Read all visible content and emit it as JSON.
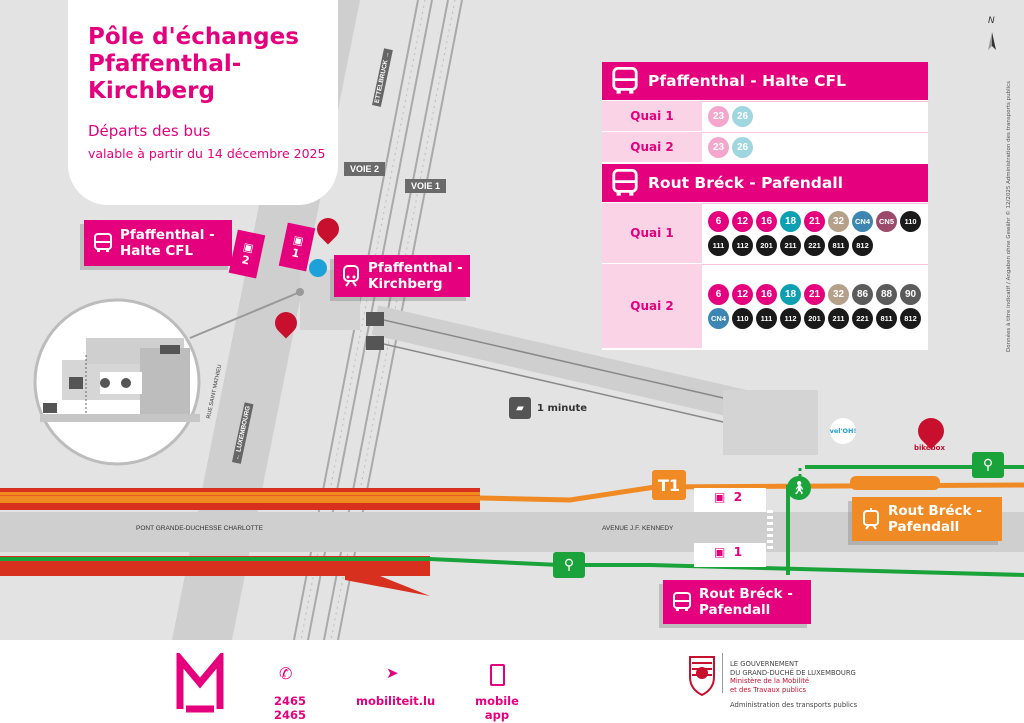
{
  "title": "Pôle d'échanges Pfaffenthal-Kirchberg",
  "subtitle": "Départs des bus",
  "validity": "valable à partir du 14 décembre 2025",
  "compass": "N",
  "side_note": "Données à titre indicatif / Angaben ohne Gewähr © 12/2025 Administration des transports publics",
  "map_labels": {
    "ettelbruck": "ETTELBRUCK →",
    "luxembourg": "← LUXEMBOURG",
    "voie2": "VOIE 2",
    "voie1": "VOIE 1",
    "rue": "RUE SAINT MATHIEU",
    "pont": "PONT GRANDE-DUCHESSE CHARLOTTE",
    "avenue": "AVENUE J.F. KENNEDY",
    "funicular_time": "1 minute",
    "tram_line": "T1",
    "velo": "vel'OH!",
    "bikebox": "bikebox"
  },
  "stop_labels": {
    "pfaffenthal_halte": "Pfaffenthal - Halte CFL",
    "pfaffenthal_kirchberg": "Pfaffenthal - Kirchberg",
    "rout_breck_tram": "Rout Bréck - Pafendall",
    "rout_breck_bus": "Rout Bréck - Pafendall"
  },
  "platforms": {
    "q1": "1",
    "q2": "2"
  },
  "route_table": {
    "section1_title": "Pfaffenthal - Halte CFL",
    "section2_title": "Rout Bréck - Pafendall",
    "quai1": "Quai 1",
    "quai2": "Quai 2",
    "s1_q1": [
      "23",
      "26"
    ],
    "s1_q2": [
      "23",
      "26"
    ],
    "s2_q1": [
      "6",
      "12",
      "16",
      "18",
      "21",
      "32",
      "CN4",
      "CN5",
      "110",
      "111",
      "112",
      "201",
      "211",
      "221",
      "811",
      "812"
    ],
    "s2_q2": [
      "6",
      "12",
      "16",
      "18",
      "21",
      "32",
      "86",
      "88",
      "90",
      "CN4",
      "110",
      "111",
      "112",
      "201",
      "211",
      "221",
      "811",
      "812"
    ]
  },
  "line_colors": {
    "23": "#f4a6cc",
    "26": "#9fd6e0",
    "6": "#e5007e",
    "12": "#e5007e",
    "16": "#e5007e",
    "18": "#0e9fb3",
    "21": "#e5007e",
    "32": "#b5a08a",
    "CN4": "#3d86b4",
    "CN5": "#9c4a6c",
    "86": "#5b5b5b",
    "88": "#5b5b5b",
    "90": "#5b5b5b",
    "110": "#1a1a1a",
    "111": "#1a1a1a",
    "112": "#1a1a1a",
    "201": "#1a1a1a",
    "211": "#1a1a1a",
    "221": "#1a1a1a",
    "811": "#1a1a1a",
    "812": "#1a1a1a"
  },
  "footer": {
    "phone": "2465 2465",
    "website": "mobiliteit.lu",
    "app": "mobile app",
    "gov_line1": "LE GOUVERNEMENT",
    "gov_line2": "DU GRAND-DUCHÉ DE LUXEMBOURG",
    "gov_line3": "Ministère de la Mobilité",
    "gov_line4": "et des Travaux publics",
    "gov_line5": "Administration des transports publics"
  },
  "colors": {
    "accent": "#e5007e",
    "tram": "#f08a24",
    "cycle": "#1aa33a",
    "road": "#d7301f"
  }
}
